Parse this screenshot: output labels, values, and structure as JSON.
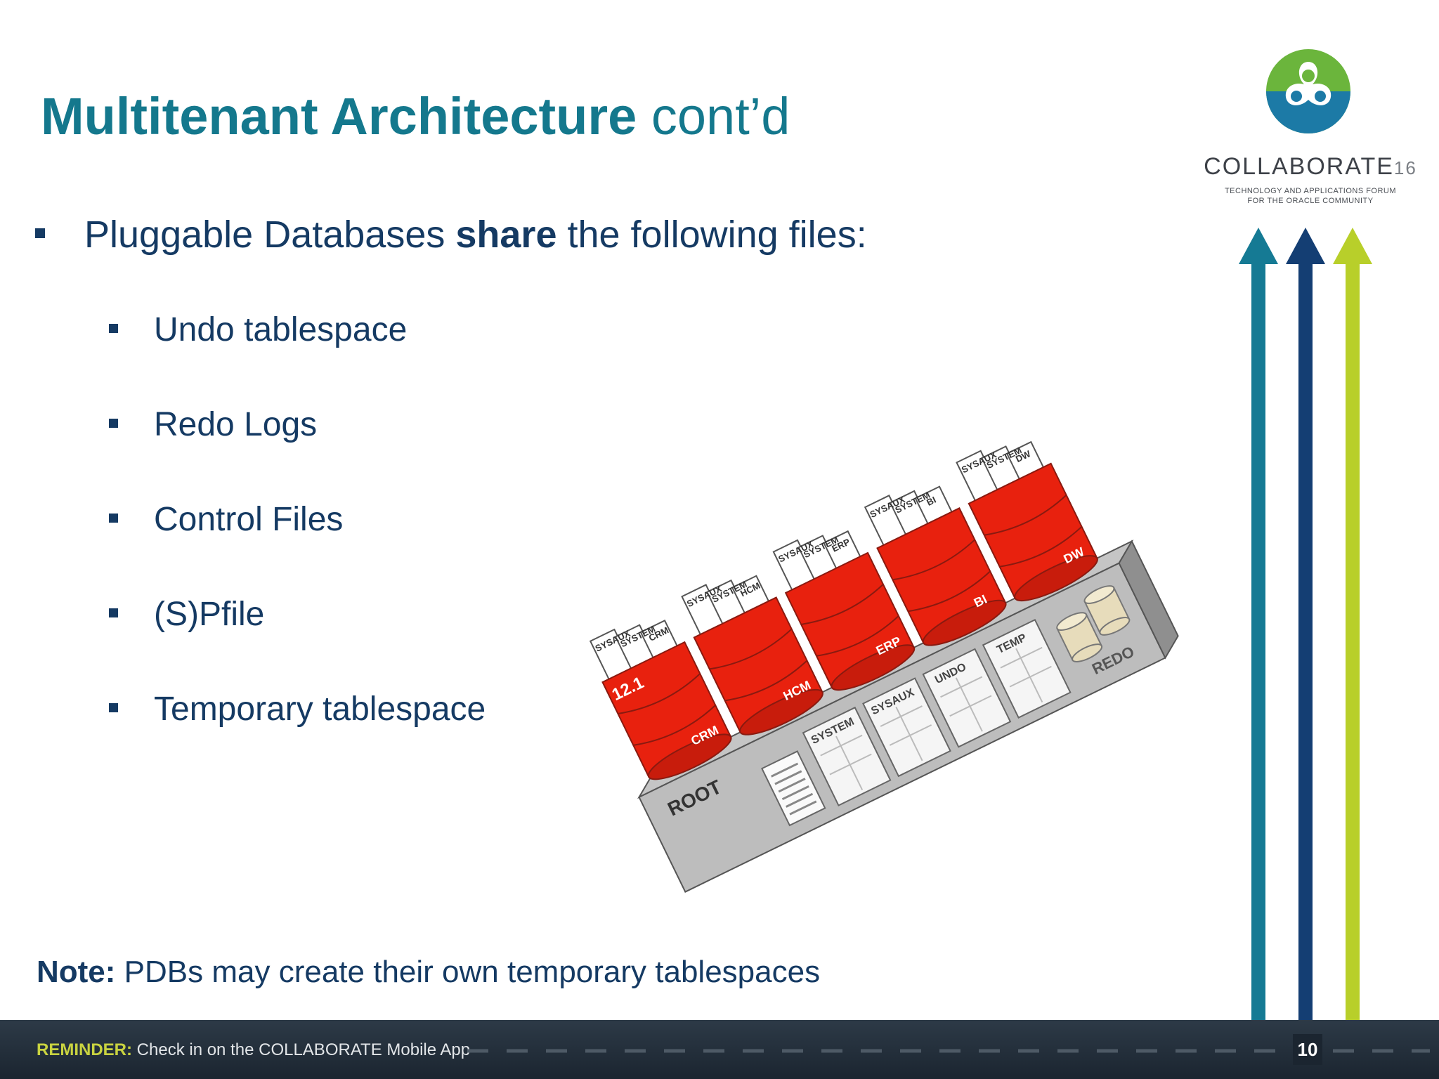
{
  "slide": {
    "title_bold": "Multitenant Architecture",
    "title_rest": " cont’d",
    "main_bullet": {
      "before": "Pluggable Databases ",
      "bold": "share",
      "after": " the following files:"
    },
    "sub_bullets": [
      "Undo tablespace",
      "Redo Logs",
      "Control Files",
      "(S)Pfile",
      "Temporary  tablespace"
    ],
    "note_label": "Note:",
    "note_text": " PDBs may create their own temporary tablespaces",
    "page_number": "10"
  },
  "logo": {
    "name": "COLLABORATE",
    "edition": "16",
    "tagline_1": "TECHNOLOGY AND APPLICATIONS FORUM",
    "tagline_2": "FOR THE ORACLE COMMUNITY"
  },
  "footer": {
    "lead": "REMINDER:",
    "text": " Check in on the COLLABORATE Mobile App"
  },
  "diagram": {
    "root_label": "ROOT",
    "version_label": "12.1",
    "containers": [
      {
        "name": "CRM",
        "files": [
          "SYSAUX",
          "SYSTEM",
          "CRM"
        ]
      },
      {
        "name": "HCM",
        "files": [
          "SYSAUX",
          "SYSTEM",
          "HCM"
        ]
      },
      {
        "name": "ERP",
        "files": [
          "SYSAUX",
          "SYSTEM",
          "ERP"
        ]
      },
      {
        "name": "BI",
        "files": [
          "SYSAUX",
          "SYSTEM",
          "BI"
        ]
      },
      {
        "name": "DW",
        "files": [
          "SYSAUX",
          "SYSTEM",
          "DW"
        ]
      }
    ],
    "root_files": [
      "SYSTEM",
      "SYSAUX",
      "UNDO",
      "TEMP"
    ],
    "redo_label": "REDO"
  },
  "colors": {
    "title": "#14788d",
    "text": "#153a63",
    "pdb_red": "#e8210e",
    "arrow_teal": "#157a94",
    "arrow_navy": "#143e73",
    "arrow_lime": "#b8cf2a"
  }
}
